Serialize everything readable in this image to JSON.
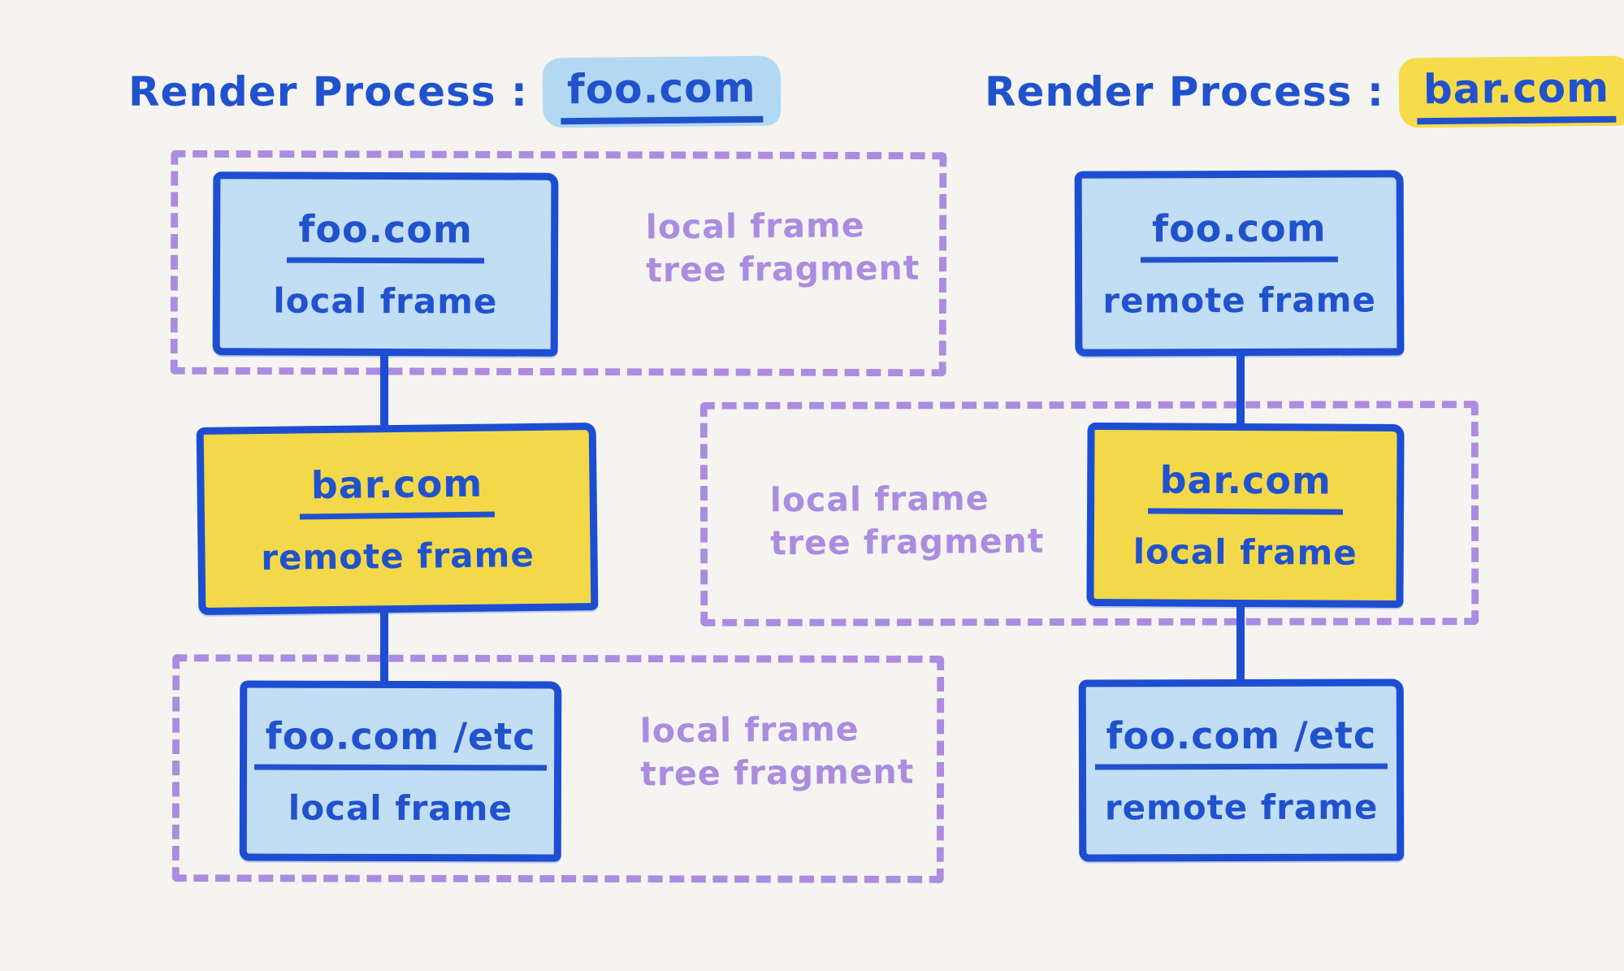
{
  "palette": {
    "background": "#f5f4f1",
    "ink_blue": "#2152cd",
    "border_blue": "#1d4ed2",
    "light_blue_fill": "#c2def5",
    "yellow_fill": "#f3d94a",
    "purple": "#ab8ce0",
    "blue_highlight": "#b2d8f4",
    "yellow_highlight": "#f6dc4b"
  },
  "titles": {
    "left": {
      "prefix": "Render Process :",
      "domain": "foo.com"
    },
    "right": {
      "prefix": "Render Process :",
      "domain": "bar.com"
    }
  },
  "fragment_label": {
    "line1": "local frame",
    "line2": "tree fragment"
  },
  "nodes": {
    "left_top": {
      "domain": "foo.com",
      "kind": "local frame"
    },
    "left_middle": {
      "domain": "bar.com",
      "kind": "remote frame"
    },
    "left_bottom": {
      "domain": "foo.com /etc",
      "kind": "local frame"
    },
    "right_top": {
      "domain": "foo.com",
      "kind": "remote frame"
    },
    "right_middle": {
      "domain": "bar.com",
      "kind": "local frame"
    },
    "right_bottom": {
      "domain": "foo.com /etc",
      "kind": "remote frame"
    }
  }
}
